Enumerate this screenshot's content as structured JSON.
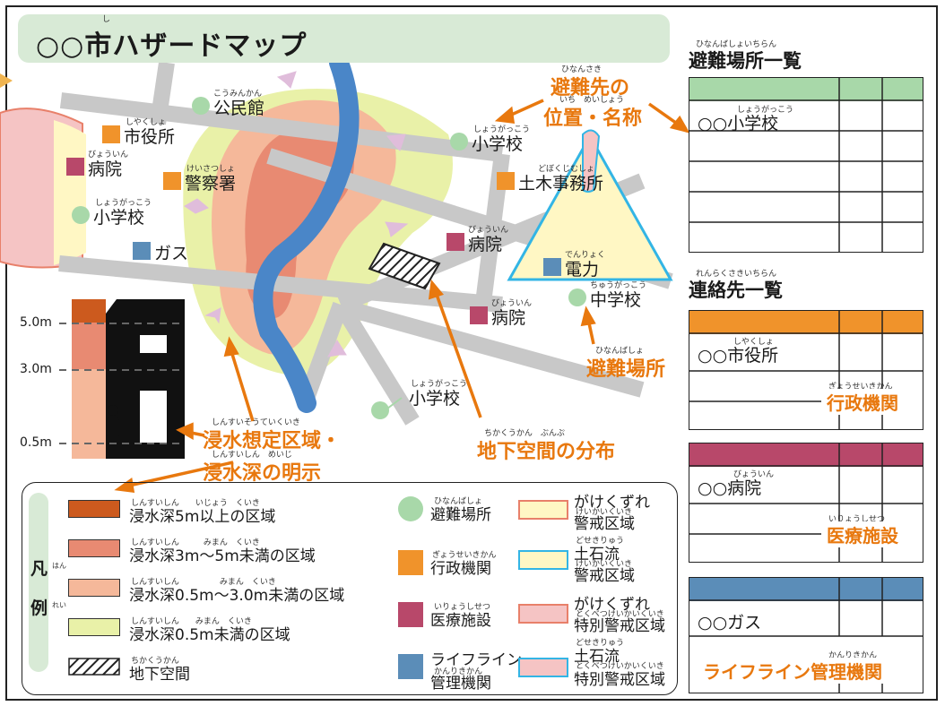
{
  "title": "○○市ハザードマップ",
  "title_ruby": "し",
  "map": {
    "places": [
      {
        "id": "kominkan",
        "label": "公民館",
        "ruby": "こうみんかん",
        "type": "shelter"
      },
      {
        "id": "shiyakusho",
        "label": "市役所",
        "ruby": "しやくしょ",
        "type": "admin"
      },
      {
        "id": "byoin1",
        "label": "病院",
        "ruby": "びょういん",
        "type": "medical"
      },
      {
        "id": "keisatsu",
        "label": "警察署",
        "ruby": "けいさつしょ",
        "type": "admin"
      },
      {
        "id": "shogakko1",
        "label": "小学校",
        "ruby": "しょうがっこう",
        "type": "shelter"
      },
      {
        "id": "gas",
        "label": "ガス",
        "ruby": "",
        "type": "lifeline"
      },
      {
        "id": "shogakko2",
        "label": "小学校",
        "ruby": "しょうがっこう",
        "type": "shelter"
      },
      {
        "id": "doboku",
        "label": "土木事務所",
        "ruby": "どぼくじむしょ",
        "type": "admin"
      },
      {
        "id": "byoin2",
        "label": "病院",
        "ruby": "びょういん",
        "type": "medical"
      },
      {
        "id": "denryoku",
        "label": "電力",
        "ruby": "でんりょく",
        "type": "lifeline"
      },
      {
        "id": "chugakko",
        "label": "中学校",
        "ruby": "ちゅうがっこう",
        "type": "shelter"
      },
      {
        "id": "byoin3",
        "label": "病院",
        "ruby": "びょういん",
        "type": "medical"
      },
      {
        "id": "shogakko3",
        "label": "小学校",
        "ruby": "しょうがっこう",
        "type": "shelter"
      }
    ],
    "annotations": {
      "shelter_loc_1": "避難先の",
      "shelter_loc_1_ruby": "ひなんさき",
      "shelter_loc_2": "位置・名称",
      "shelter_loc_2_ruby": "いち　めいしょう",
      "shelter": "避難場所",
      "shelter_ruby": "ひなんばしょ",
      "flood_1": "浸水想定区域・",
      "flood_1_ruby": "しんすいそうていくいき",
      "flood_2": "浸水深の明示",
      "flood_2_ruby": "しんすいしん　めいじ",
      "underground": "地下空間の分布",
      "underground_ruby": "ちかくうかん　ぶんぷ"
    },
    "depth_labels": [
      "5.0m",
      "3.0m",
      "0.5m"
    ]
  },
  "right": {
    "evac_title": "避難場所一覧",
    "evac_title_ruby": "ひなんばしょいちらん",
    "evac_first": "○○小学校",
    "evac_first_ruby": "しょうがっこう",
    "contact_title": "連絡先一覧",
    "contact_title_ruby": "れんらくさきいちらん",
    "panels": [
      {
        "name": "○○市役所",
        "name_ruby": "しやくしょ",
        "category": "行政機関",
        "category_ruby": "ぎょうせいきかん",
        "color": "#f0932b"
      },
      {
        "name": "○○病院",
        "name_ruby": "びょういん",
        "category": "医療施設",
        "category_ruby": "いりょうしせつ",
        "color": "#b8486a"
      },
      {
        "name": "○○ガス",
        "name_ruby": "",
        "category": "ライフライン管理機関",
        "category_ruby": "かんりきかん",
        "color": "#5b8db8"
      }
    ],
    "evac_header_color": "#a8d8a9"
  },
  "legend": {
    "title_1": "凡",
    "title_1_ruby": "はん",
    "title_2": "例",
    "title_2_ruby": "れい",
    "depth": [
      {
        "label": "浸水深5m以上の区域",
        "ruby": "しんすいしん　　いじょう　くいき",
        "color": "#cc5a1e"
      },
      {
        "label": "浸水深3m～5m未満の区域",
        "ruby": "しんすいしん　　　みまん　くいき",
        "color": "#e88a72"
      },
      {
        "label": "浸水深0.5m～3.0m未満の区域",
        "ruby": "しんすいしん　　　　　みまん　くいき",
        "color": "#f5b89a"
      },
      {
        "label": "浸水深0.5m未満の区域",
        "ruby": "しんすいしん　　みまん　くいき",
        "color": "#e9f1a8"
      },
      {
        "label": "地下空間",
        "ruby": "ちかくうかん",
        "color": "hatch"
      }
    ],
    "facilities": [
      {
        "label": "避難場所",
        "ruby": "ひなんばしょ",
        "color": "#a8d8a9",
        "shape": "circle"
      },
      {
        "label": "行政機関",
        "ruby": "ぎょうせいきかん",
        "color": "#f0932b",
        "shape": "square"
      },
      {
        "label": "医療施設",
        "ruby": "いりょうしせつ",
        "color": "#b8486a",
        "shape": "square"
      },
      {
        "label_1": "ライフライン",
        "label_2": "管理機関",
        "ruby": "かんりきかん",
        "color": "#5b8db8",
        "shape": "square"
      }
    ],
    "zones": [
      {
        "label_1": "がけくずれ",
        "label_2": "警戒区域",
        "ruby": "けいかいくいき",
        "fill": "#fff7c4",
        "stroke": "#e8806a"
      },
      {
        "label_1": "土石流",
        "label_2": "警戒区域",
        "ruby_1": "どせきりゅう",
        "ruby": "けいかいくいき",
        "fill": "#fff7c4",
        "stroke": "#33b5e5"
      },
      {
        "label_1": "がけくずれ",
        "label_2": "特別警戒区域",
        "ruby": "とくべつけいかいくいき",
        "fill": "#f5c4c4",
        "stroke": "#e8806a"
      },
      {
        "label_1": "土石流",
        "label_2": "特別警戒区域",
        "ruby_1": "どせきりゅう",
        "ruby": "とくべつけいかいくいき",
        "fill": "#f5c4c4",
        "stroke": "#33b5e5"
      }
    ]
  }
}
